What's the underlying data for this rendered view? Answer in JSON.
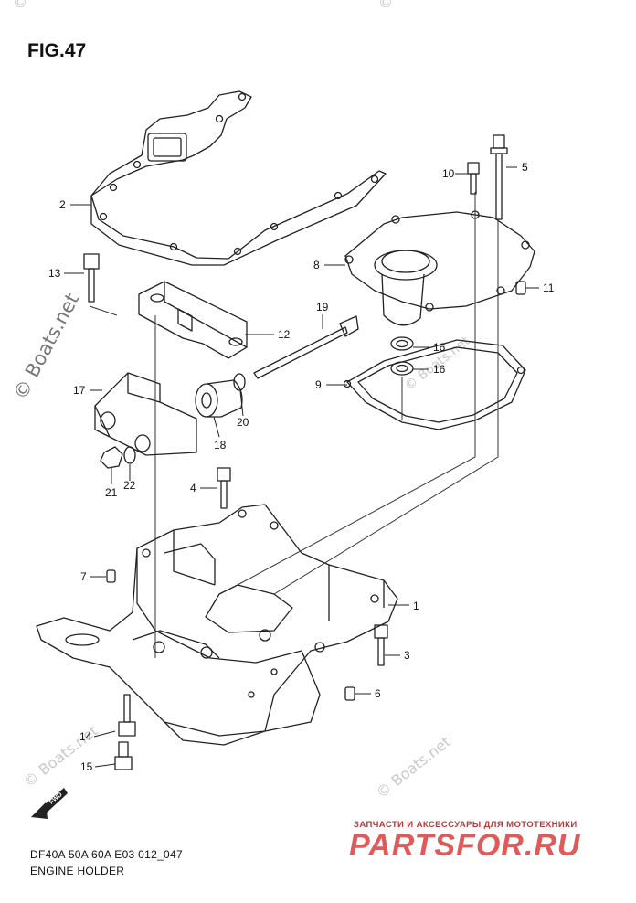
{
  "figure": {
    "title": "FIG.47",
    "caption_line1": "DF40A 50A 60A E03 012_047",
    "caption_line2": "ENGINE HOLDER",
    "fwd_label": "FWD"
  },
  "watermark": {
    "main": "© Boats.net",
    "repeat": "© Boats.net"
  },
  "shop": {
    "tagline": "ЗАПЧАСТИ И АКСЕССУАРЫ ДЛЯ МОТОТЕХНИКИ",
    "logo": "PARTSFOR.RU"
  },
  "callouts": [
    {
      "id": "c1",
      "label": "1"
    },
    {
      "id": "c2",
      "label": "2"
    },
    {
      "id": "c3",
      "label": "3"
    },
    {
      "id": "c4",
      "label": "4"
    },
    {
      "id": "c5",
      "label": "5"
    },
    {
      "id": "c6",
      "label": "6"
    },
    {
      "id": "c7",
      "label": "7"
    },
    {
      "id": "c8",
      "label": "8"
    },
    {
      "id": "c9",
      "label": "9"
    },
    {
      "id": "c10",
      "label": "10"
    },
    {
      "id": "c11",
      "label": "11"
    },
    {
      "id": "c12",
      "label": "12"
    },
    {
      "id": "c13",
      "label": "13"
    },
    {
      "id": "c14",
      "label": "14"
    },
    {
      "id": "c15",
      "label": "15"
    },
    {
      "id": "c16a",
      "label": "16"
    },
    {
      "id": "c16b",
      "label": "16"
    },
    {
      "id": "c17",
      "label": "17"
    },
    {
      "id": "c18",
      "label": "18"
    },
    {
      "id": "c19",
      "label": "19"
    },
    {
      "id": "c20",
      "label": "20"
    },
    {
      "id": "c21",
      "label": "21"
    },
    {
      "id": "c22",
      "label": "22"
    }
  ]
}
